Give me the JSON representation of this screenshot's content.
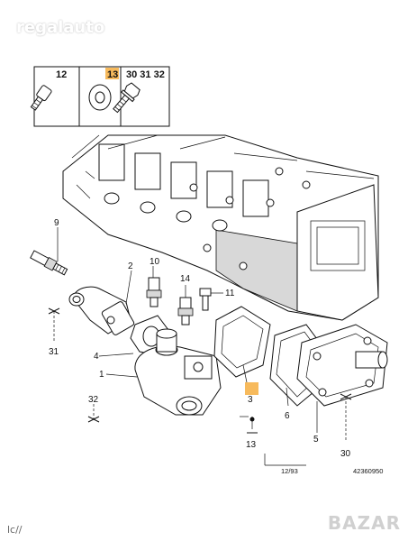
{
  "watermark": "regalauto",
  "brand": "BAZAR",
  "footer_left": "lc//",
  "legend": {
    "labels": [
      "12",
      "13",
      "30 31 32"
    ],
    "highlighted": "13"
  },
  "callouts": {
    "c9": "9",
    "c2": "2",
    "c10": "10",
    "c14": "14",
    "c11": "11",
    "c31": "31",
    "c4": "4",
    "c1": "1",
    "c32": "32",
    "c3": "3",
    "c6": "6",
    "c5": "5",
    "c13": "13",
    "c30": "30"
  },
  "stamp": "12/93",
  "reference": "42360950",
  "colors": {
    "highlight": "#f6b24a",
    "line": "#111111"
  }
}
